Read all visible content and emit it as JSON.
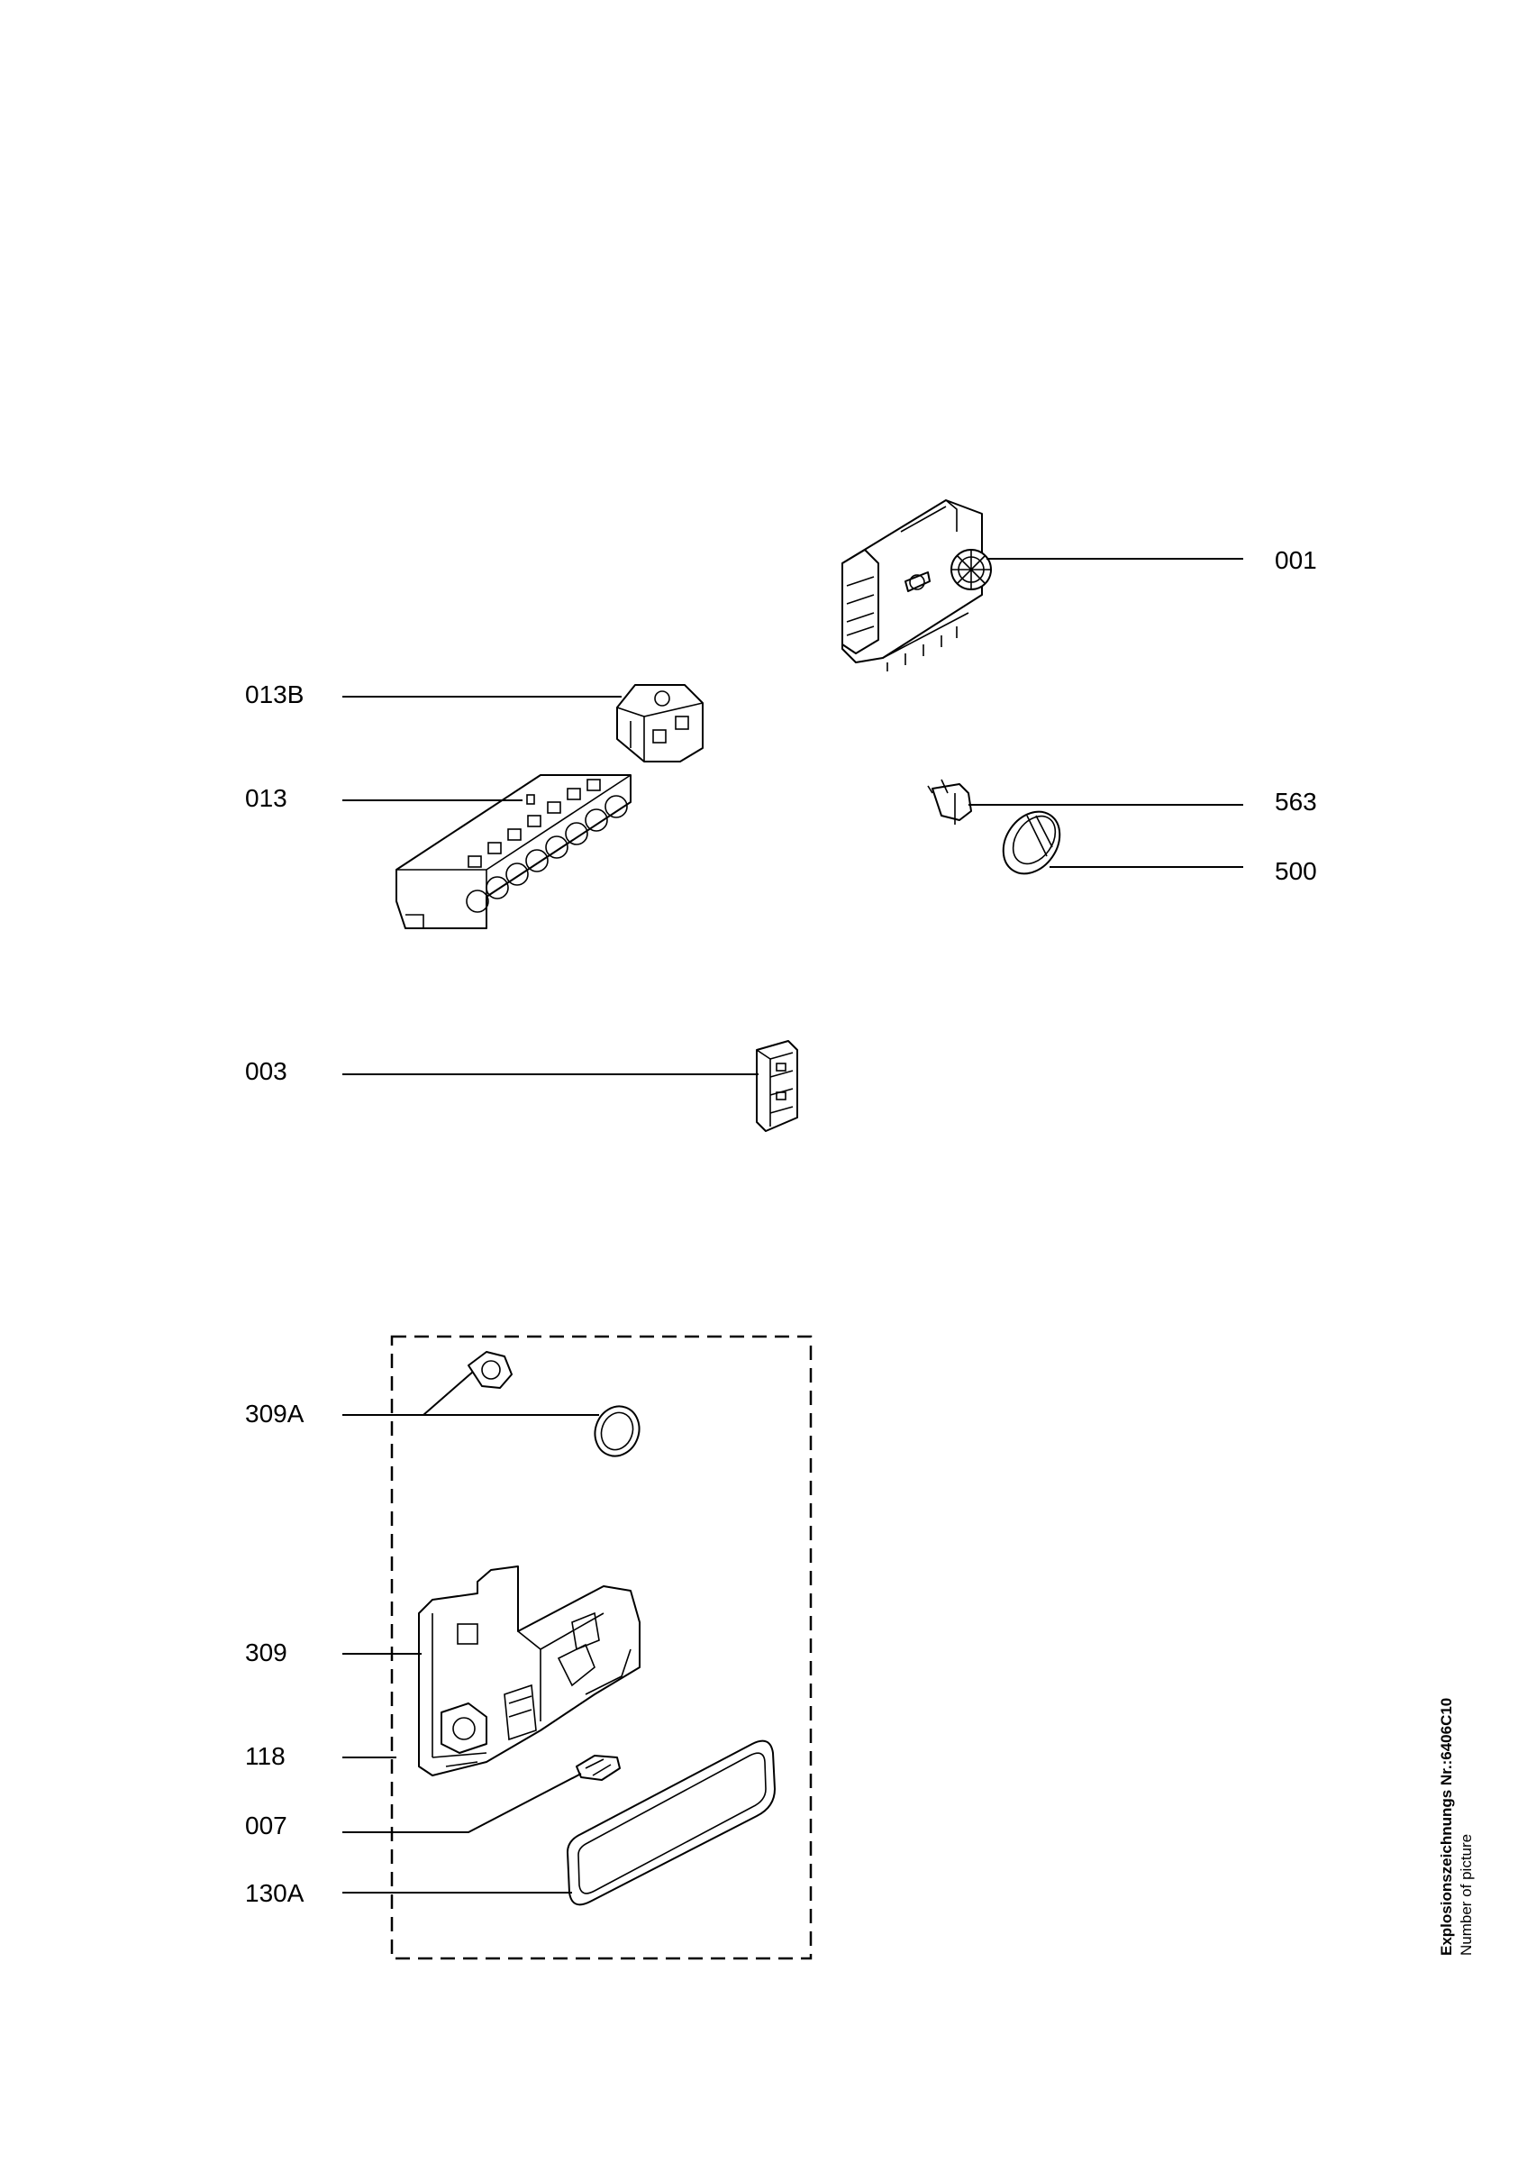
{
  "labels": {
    "p001": "001",
    "p013B": "013B",
    "p013": "013",
    "p563": "563",
    "p500": "500",
    "p003": "003",
    "p309A": "309A",
    "p309": "309",
    "p118": "118",
    "p007": "007",
    "p130A": "130A"
  },
  "caption": {
    "title": "Explosionszeichnungs Nr.:6406C10",
    "subtitle": "Number of picture"
  }
}
